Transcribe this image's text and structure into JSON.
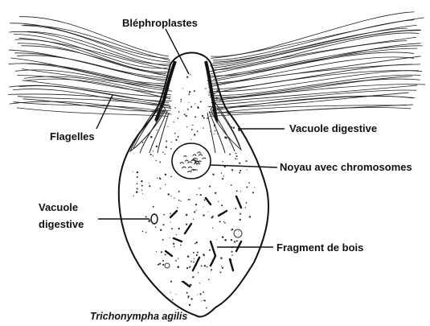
{
  "labels": {
    "blepharoplasts": "Bléphroplastes",
    "flagella": "Flagelles",
    "digestive_vacuole_right": "Vacuole digestive",
    "nucleus": "Noyau avec chromosomes",
    "digestive_vacuole_left_line1": "Vacuole",
    "digestive_vacuole_left_line2": "digestive",
    "wood_fragment": "Fragment de bois"
  },
  "caption": "Trichonympha agilis",
  "colors": {
    "ink": "#111111",
    "background": "#ffffff"
  }
}
